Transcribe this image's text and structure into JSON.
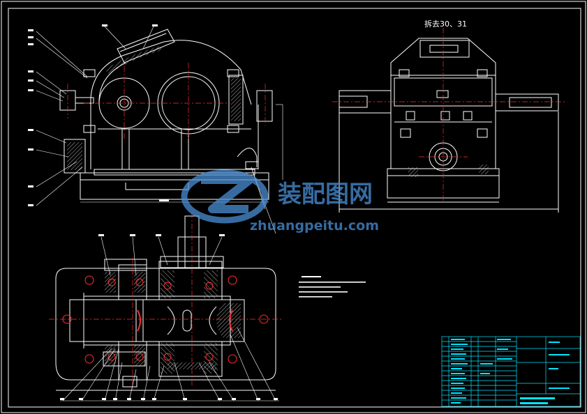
{
  "drawing": {
    "side_view_note": "拆去30、31",
    "watermark_cn": "装配图网",
    "watermark_url": "zhuangpeitu.com",
    "colors": {
      "background": "#000000",
      "line": "#ffffff",
      "center_line": "#ff3030",
      "hatch": "#ffffff",
      "dimension": "#ffffff",
      "title_block": "#00e5ff",
      "watermark": "#4a8fd6"
    }
  }
}
